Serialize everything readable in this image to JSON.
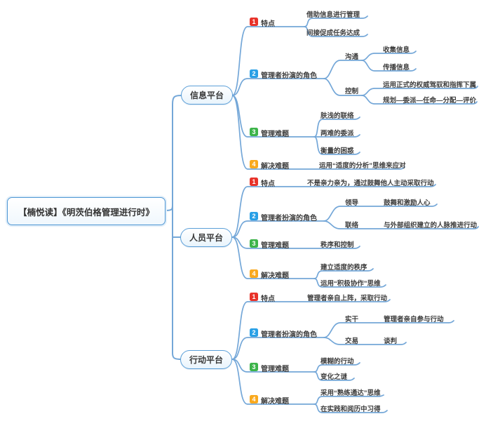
{
  "root": {
    "label": "【楠悦读】《明茨伯格管理进行时》"
  },
  "colors": {
    "line": "#74a7d8",
    "node_border": "#5b9fd8",
    "badge_1": "#e8332a",
    "badge_2": "#29a0e6",
    "badge_3": "#3db44a",
    "badge_4": "#f9a91e"
  },
  "branches": [
    {
      "label": "信息平台",
      "sections": [
        {
          "num": "1",
          "label": "特点",
          "children": [
            {
              "label": "借助信息进行管理"
            },
            {
              "label": "间接促成任务达成"
            }
          ]
        },
        {
          "num": "2",
          "label": "管理者扮演的角色",
          "children": [
            {
              "label": "沟通",
              "children": [
                {
                  "label": "收集信息"
                },
                {
                  "label": "传播信息"
                }
              ]
            },
            {
              "label": "控制",
              "children": [
                {
                  "label": "运用正式的权威驾驭和指挥下属"
                },
                {
                  "label": "规划—委派—任命—分配—评价"
                }
              ]
            }
          ]
        },
        {
          "num": "3",
          "label": "管理难题",
          "children": [
            {
              "label": "肤浅的联络"
            },
            {
              "label": "两难的委派"
            },
            {
              "label": "衡量的困惑"
            }
          ]
        },
        {
          "num": "4",
          "label": "解决难题",
          "children": [
            {
              "label": "运用“适度的分析”思维来应对"
            }
          ]
        }
      ]
    },
    {
      "label": "人员平台",
      "sections": [
        {
          "num": "1",
          "label": "特点",
          "children": [
            {
              "label": "不是亲力亲为，通过鼓舞他人主动采取行动"
            }
          ]
        },
        {
          "num": "2",
          "label": "管理者扮演的角色",
          "children": [
            {
              "label": "领导",
              "children": [
                {
                  "label": "鼓舞和激励人心"
                }
              ]
            },
            {
              "label": "联络",
              "children": [
                {
                  "label": "与外部组织建立的人脉推进行动"
                }
              ]
            }
          ]
        },
        {
          "num": "3",
          "label": "管理难题",
          "children": [
            {
              "label": "秩序和控制"
            }
          ]
        },
        {
          "num": "4",
          "label": "解决难题",
          "children": [
            {
              "label": "建立适度的秩序"
            },
            {
              "label": "运用“积极协作”思维"
            }
          ]
        }
      ]
    },
    {
      "label": "行动平台",
      "sections": [
        {
          "num": "1",
          "label": "特点",
          "children": [
            {
              "label": "管理者亲自上阵，采取行动"
            }
          ]
        },
        {
          "num": "2",
          "label": "管理者扮演的角色",
          "children": [
            {
              "label": "实干",
              "children": [
                {
                  "label": "管理者亲自参与行动"
                }
              ]
            },
            {
              "label": "交易",
              "children": [
                {
                  "label": "谈判"
                }
              ]
            }
          ]
        },
        {
          "num": "3",
          "label": "管理难题",
          "children": [
            {
              "label": "模糊的行动"
            },
            {
              "label": "变化之谜"
            }
          ]
        },
        {
          "num": "4",
          "label": "解决难题",
          "children": [
            {
              "label": "采用“熟练通达”思维"
            },
            {
              "label": "在实践和阅历中习得"
            }
          ]
        }
      ]
    }
  ]
}
